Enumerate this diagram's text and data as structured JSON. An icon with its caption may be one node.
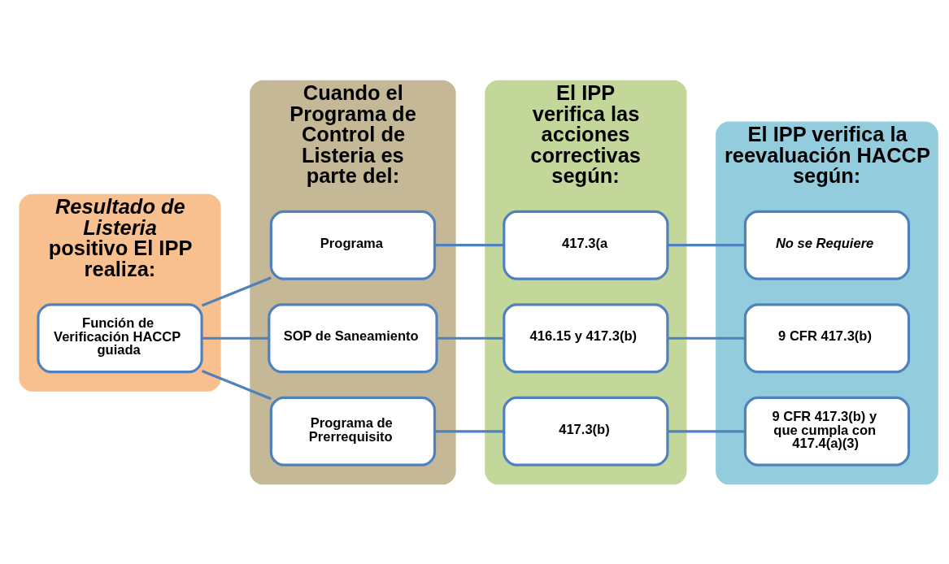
{
  "diagram": {
    "nodes": [
      {
        "text": [
          "*Resultado de Listeria* positivo El IPP realiza:"
        ]
      },
      {
        "text": [
          "Función de Verificación HACCP guiada"
        ],
        "in": 0
      },
      {
        "text": [
          "Cuando el Programa de Control de Listeria es parte del:"
        ]
      },
      {
        "text": [
          "Programa"
        ],
        "in": 2
      },
      {
        "text": [
          "SOP de Saneamiento"
        ],
        "in": 2
      },
      {
        "text": [
          "Programa de Prerrequisito"
        ],
        "in": 2
      },
      {
        "text": [
          "El IPP verifica las acciones correctivas según:"
        ]
      },
      {
        "text": [
          "417.3(a"
        ],
        "in": 6
      },
      {
        "text": [
          "416.15 y 417.3(b)"
        ],
        "in": 6
      },
      {
        "text": [
          "417.3(b)"
        ],
        "in": 6
      },
      {
        "text": [
          "El IPP verifica la reevaluación HACCP según:"
        ]
      },
      {
        "text": [
          "No se Requiere"
        ],
        "in": 10
      },
      {
        "text": [
          "9 CFR 417.3(b)"
        ],
        "in": 10
      },
      {
        "text": [
          "9 CFR 417.3(b) y que cumpla con 417.4(a)(3)"
        ],
        "in": 10
      }
    ],
    "edges": [
      {
        "from": 1,
        "to": 3,
        "arrow": "none"
      },
      {
        "from": 1,
        "to": 4,
        "arrow": "none"
      },
      {
        "from": 1,
        "to": 5,
        "arrow": "none"
      },
      {
        "from": 3,
        "to": 7,
        "arrow": "none"
      },
      {
        "from": 4,
        "to": 8,
        "arrow": "none"
      },
      {
        "from": 5,
        "to": 9,
        "arrow": "none"
      },
      {
        "from": 7,
        "to": 11,
        "arrow": "none"
      },
      {
        "from": 8,
        "to": 12,
        "arrow": "none"
      },
      {
        "from": 9,
        "to": 13,
        "arrow": "none"
      }
    ]
  }
}
